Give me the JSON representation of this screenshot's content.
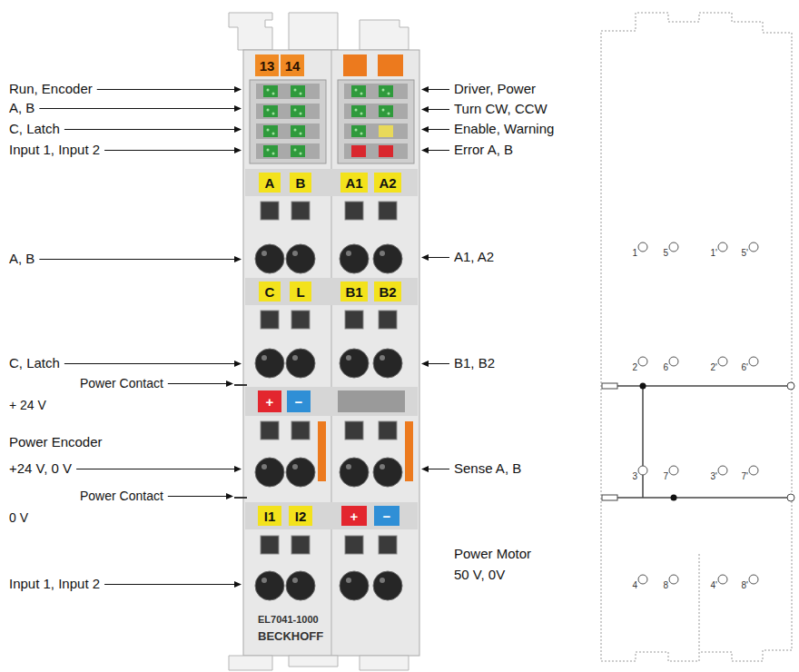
{
  "diagram": {
    "nodes": [
      {
        "text": [
          "13"
        ]
      },
      {
        "text": [
          "14"
        ]
      },
      {
        "text": [
          "A"
        ]
      },
      {
        "text": [
          "B"
        ]
      },
      {
        "text": [
          "A1"
        ]
      },
      {
        "text": [
          "A2"
        ]
      },
      {
        "text": [
          "C"
        ]
      },
      {
        "text": [
          "L"
        ]
      },
      {
        "text": [
          "B1"
        ]
      },
      {
        "text": [
          "B2"
        ]
      },
      {
        "text": [
          "+"
        ]
      },
      {
        "text": [
          "−"
        ]
      },
      {
        "text": [
          "I1"
        ]
      },
      {
        "text": [
          "I2"
        ]
      },
      {
        "text": [
          "+"
        ]
      },
      {
        "text": [
          "−"
        ]
      }
    ],
    "labels": [
      "Run, Encoder",
      "A, B",
      "C, Latch",
      "Input 1, Input 2",
      "A, B",
      "C, Latch",
      "Power Contact",
      "+ 24 V",
      "Power Encoder",
      "+24 V, 0 V",
      "Power Contact",
      "0 V",
      "Input 1, Input 2",
      "Driver, Power",
      "Turn CW, CCW",
      "Enable, Warning",
      "Error A, B",
      "A1, A2",
      "B1, B2",
      "Sense A, B",
      "Power Motor",
      "50 V, 0V",
      "EL7041-1000",
      "BECKHOFF",
      "1",
      "5",
      "1'",
      "5'",
      "2",
      "6",
      "2'",
      "6'",
      "3",
      "7",
      "3'",
      "7'",
      "4",
      "8",
      "4'",
      "8'"
    ]
  }
}
